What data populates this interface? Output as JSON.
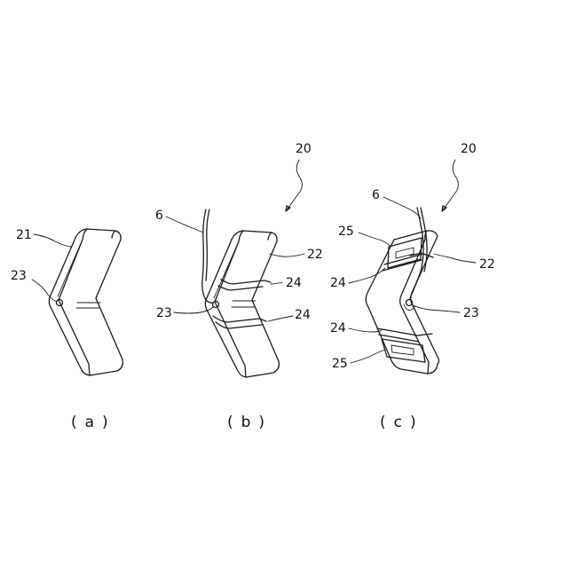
{
  "figures": {
    "a": {
      "caption": "(a)",
      "labels": {
        "body": "21",
        "hole": "23"
      }
    },
    "b": {
      "caption": "(b)",
      "labels": {
        "assembly": "20",
        "cord": "6",
        "cover": "22",
        "band_upper": "24",
        "band_lower": "24",
        "hole": "23"
      }
    },
    "c": {
      "caption": "(c)",
      "labels": {
        "assembly": "20",
        "cord": "6",
        "clip_upper": "25",
        "cover": "22",
        "band_upper": "24",
        "hole": "23",
        "band_lower": "24",
        "clip_lower": "25"
      }
    }
  }
}
